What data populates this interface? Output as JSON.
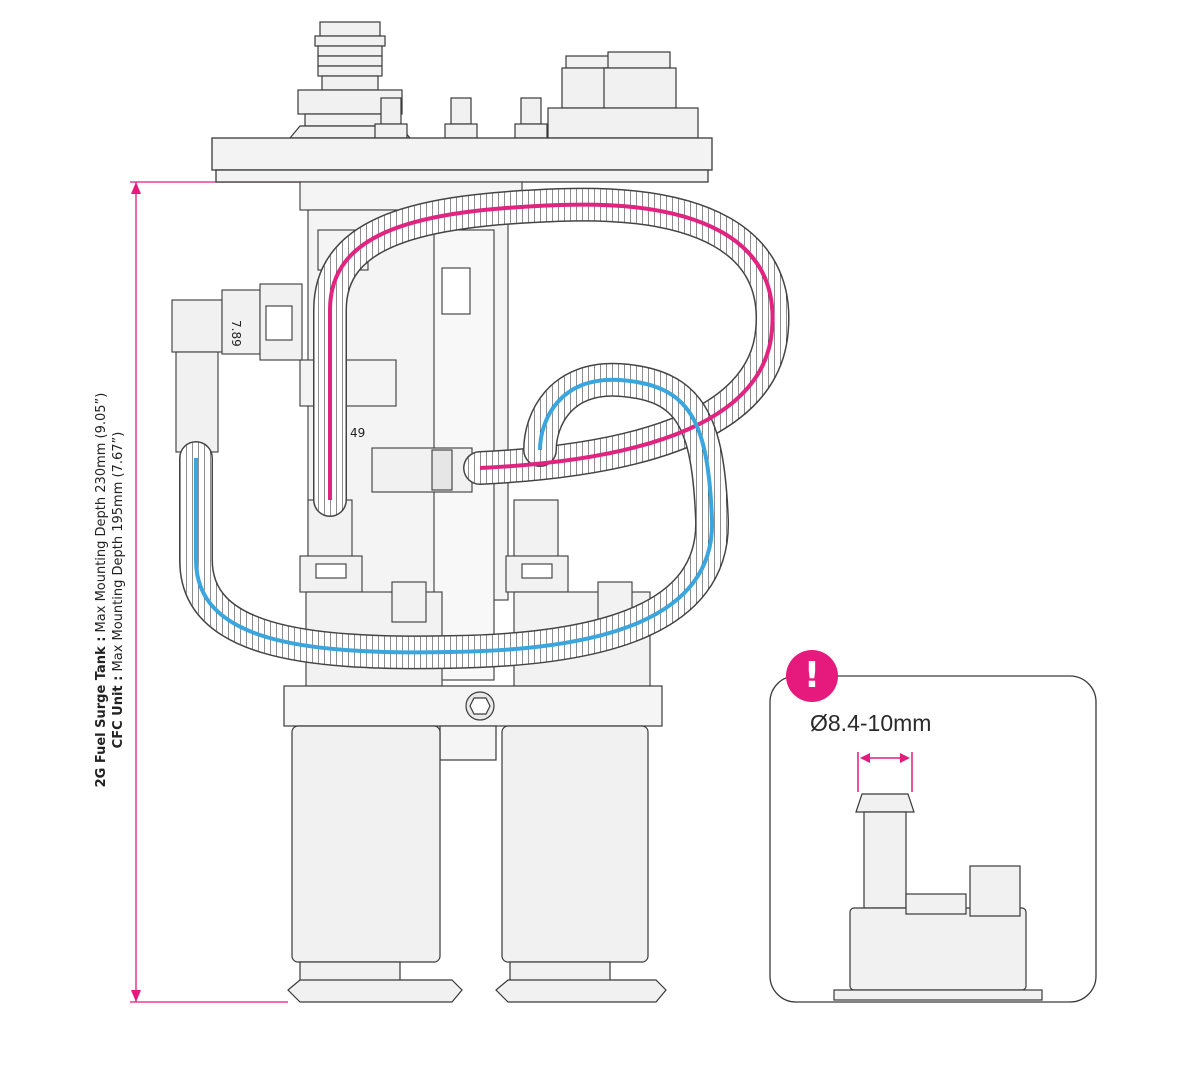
{
  "dimension": {
    "surge_tank_label": "2G Fuel Surge Tank :",
    "surge_tank_value": "Max Mounting Depth 230mm (9.05”)",
    "cfc_label": "CFC Unit :",
    "cfc_value": "Max Mounting Depth 195mm (7.67”)"
  },
  "callout": {
    "alert_symbol": "!",
    "diameter_label": "Ø8.4-10mm"
  },
  "part_marks": {
    "connector_left": "7.89",
    "connector_mid": "49"
  },
  "colors": {
    "accent": "#e6197d",
    "return_line": "#3aa6dd",
    "feed_line": "#e0247f",
    "outline": "#3a3a3a",
    "fill": "#f1f1f1"
  }
}
